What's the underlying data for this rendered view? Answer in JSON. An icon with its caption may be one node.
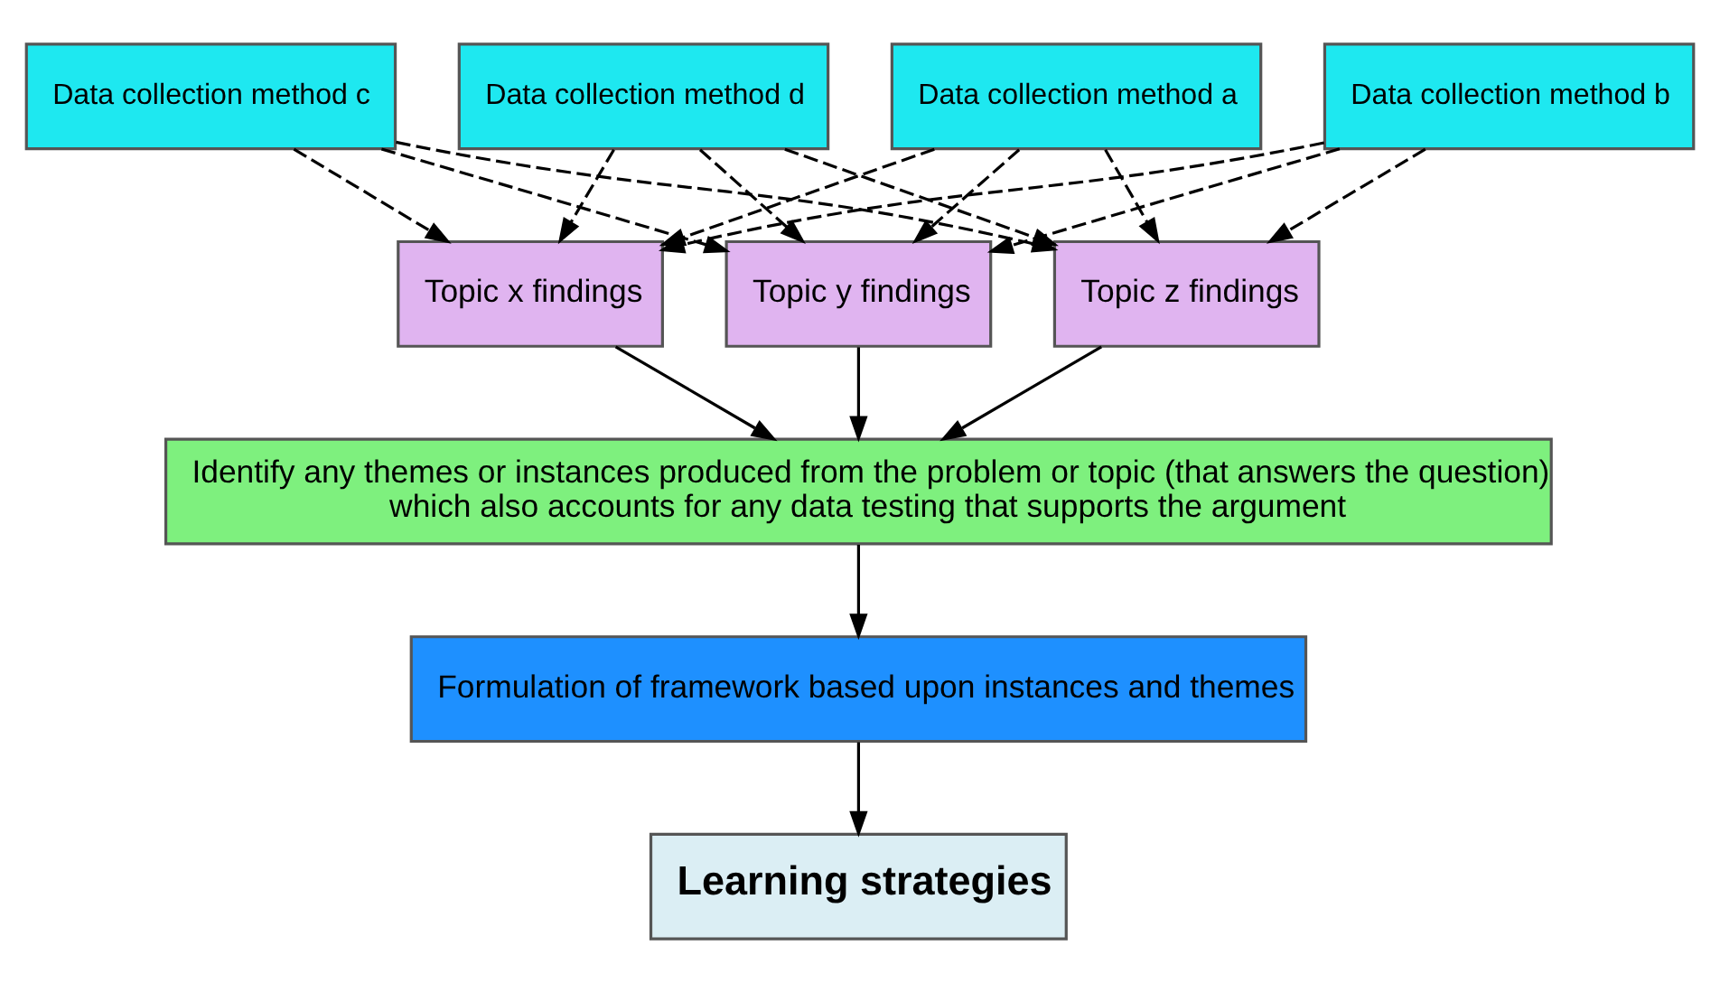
{
  "diagram": {
    "nodes": [
      {
        "text": [
          "Data collection method a"
        ]
      },
      {
        "text": [
          "Data collection method b"
        ]
      },
      {
        "text": [
          "Data collection method c"
        ]
      },
      {
        "text": [
          "Data collection method d"
        ]
      },
      {
        "text": [
          "Topic x findings"
        ]
      },
      {
        "text": [
          "Topic y findings"
        ]
      },
      {
        "text": [
          "Topic z findings"
        ]
      },
      {
        "text": [
          "Identify any themes or instances produced from the problem or topic (that answers the question) which also accounts for any data testing that supports the argument"
        ]
      },
      {
        "text": [
          "Formulation of framework based upon instances and themes"
        ]
      },
      {
        "text": [
          "Learning strategies"
        ]
      }
    ],
    "edges": [
      {
        "from": 0,
        "to": 4,
        "arrow": "to",
        "style": "dashed"
      },
      {
        "from": 0,
        "to": 5,
        "arrow": "to",
        "style": "dashed"
      },
      {
        "from": 0,
        "to": 6,
        "arrow": "to",
        "style": "dashed"
      },
      {
        "from": 1,
        "to": 4,
        "arrow": "to",
        "style": "dashed"
      },
      {
        "from": 1,
        "to": 5,
        "arrow": "to",
        "style": "dashed"
      },
      {
        "from": 1,
        "to": 6,
        "arrow": "to",
        "style": "dashed"
      },
      {
        "from": 2,
        "to": 4,
        "arrow": "to",
        "style": "dashed"
      },
      {
        "from": 2,
        "to": 5,
        "arrow": "to",
        "style": "dashed"
      },
      {
        "from": 2,
        "to": 6,
        "arrow": "to",
        "style": "dashed"
      },
      {
        "from": 3,
        "to": 4,
        "arrow": "to",
        "style": "dashed"
      },
      {
        "from": 3,
        "to": 5,
        "arrow": "to",
        "style": "dashed"
      },
      {
        "from": 3,
        "to": 6,
        "arrow": "to",
        "style": "dashed"
      },
      {
        "from": 4,
        "to": 7,
        "arrow": "to"
      },
      {
        "from": 5,
        "to": 7,
        "arrow": "to"
      },
      {
        "from": 6,
        "to": 7,
        "arrow": "to"
      },
      {
        "from": 7,
        "to": 8,
        "arrow": "to"
      },
      {
        "from": 8,
        "to": 9,
        "arrow": "to"
      }
    ]
  }
}
